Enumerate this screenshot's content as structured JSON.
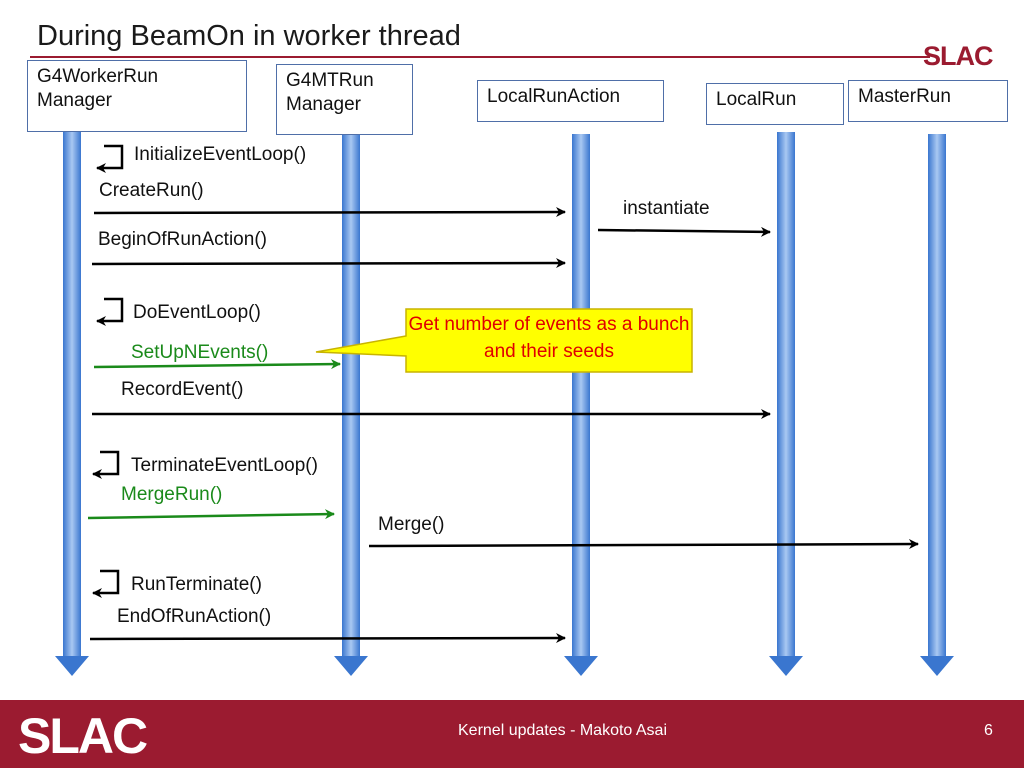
{
  "title": "During BeamOn in worker thread",
  "logo_text": "SLAC",
  "lifelines": {
    "worker": "G4WorkerRun Manager",
    "mtrun": "G4MTRun Manager",
    "localaction": "LocalRunAction",
    "localrun": "LocalRun",
    "masterrun": "MasterRun"
  },
  "messages": {
    "initialize": "InitializeEventLoop()",
    "createrun": "CreateRun()",
    "instantiate": "instantiate",
    "beginofrun": "BeginOfRunAction()",
    "doeventloop": "DoEventLoop()",
    "setupnevents": "SetUpNEvents()",
    "recordevent": "RecordEvent()",
    "terminate": "TerminateEventLoop()",
    "mergerun": "MergeRun()",
    "merge": "Merge()",
    "runterminate": "RunTerminate()",
    "endofrun": "EndOfRunAction()"
  },
  "callout": "Get number of events as a bunch and their seeds",
  "footer": {
    "text": "Kernel updates - Makoto Asai",
    "page": "6"
  },
  "colors": {
    "accent": "#9b1b30",
    "lifeline": "#4a86d8",
    "green_message": "#1a8a1a",
    "callout_bg": "#ffff00",
    "callout_text": "#e00000"
  }
}
